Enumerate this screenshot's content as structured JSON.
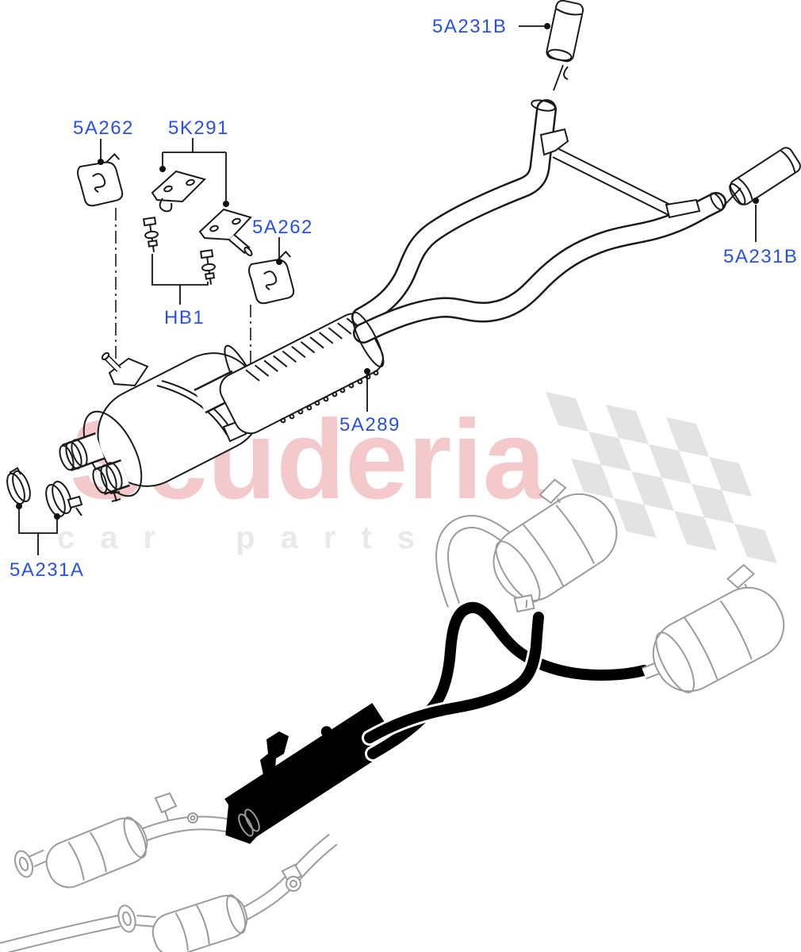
{
  "page": {
    "background_color": "#ffffff",
    "content_type": "exhaust-system-parts-diagram"
  },
  "watermark": {
    "brand_text": "Scuderia",
    "tagline_text": "car parts",
    "brand_color": "#f4c9cc",
    "tagline_color": "#e9e9e9",
    "flag_color": "#e3e3e3"
  },
  "diagram": {
    "label_color": "#2851e3",
    "line_color": "#1a1a1a",
    "ghost_color": "#9b9b9b",
    "highlight_color": "#000000",
    "labels": [
      {
        "id": "callout-5a231b-top",
        "text": "5A231B"
      },
      {
        "id": "callout-5a262-left",
        "text": "5A262"
      },
      {
        "id": "callout-5k291",
        "text": "5K291"
      },
      {
        "id": "callout-5a262-right",
        "text": "5A262"
      },
      {
        "id": "callout-hb1",
        "text": "HB1"
      },
      {
        "id": "callout-5a289",
        "text": "5A289"
      },
      {
        "id": "callout-5a231a",
        "text": "5A231A"
      },
      {
        "id": "callout-5a231b-right",
        "text": "5A231B"
      }
    ]
  }
}
